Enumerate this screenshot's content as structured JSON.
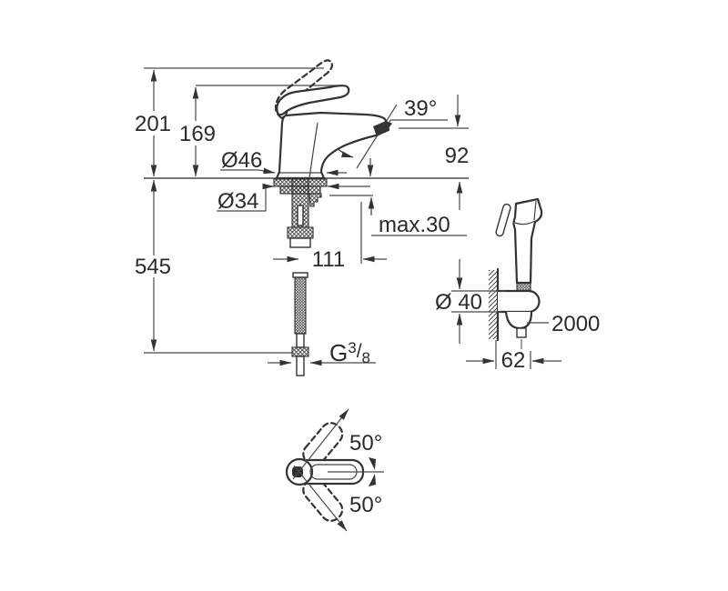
{
  "colors": {
    "ink": "#333333",
    "background": "#ffffff"
  },
  "drawing": {
    "front": {
      "total_height": "201",
      "lever_tip_height": "169",
      "below_deck_length": "545",
      "body_diameter": "Ø46",
      "shank_diameter": "Ø34",
      "spray_angle": "39°",
      "spout_height": "92",
      "max_deck": "max.30",
      "spout_projection": "111",
      "thread_g": "G",
      "thread_num": "3",
      "thread_slash": "/",
      "thread_den": "8"
    },
    "side": {
      "holder_diameter": "Ø 40",
      "hose_length": "2000",
      "wall_distance": "62"
    },
    "top": {
      "swing_upper": "50°",
      "swing_lower": "50°"
    }
  }
}
